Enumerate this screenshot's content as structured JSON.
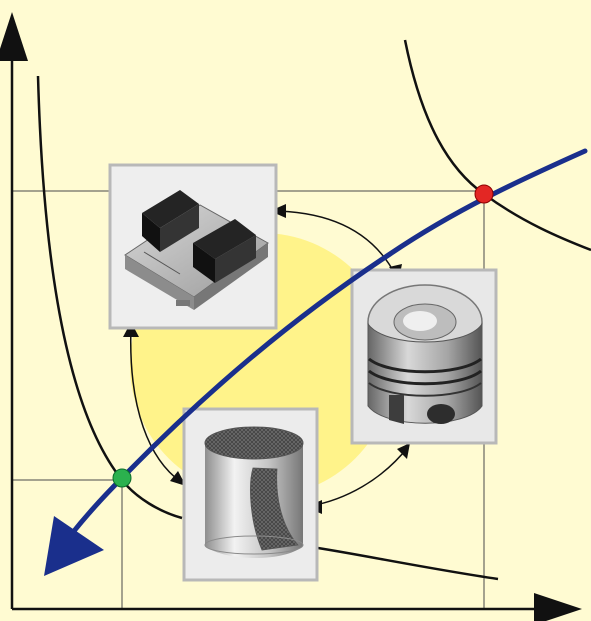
{
  "colors": {
    "background": "#fffbd2",
    "axis": "#111111",
    "guide_lines": "#444444",
    "trend_curve": "#1a2f8c",
    "cycle_region": "#fff38a",
    "photo_frame": "#b8b8b8",
    "photo_fill": "#e7e7e7",
    "marker_red": "#e32724",
    "marker_green": "#2bb14e"
  },
  "icons": {
    "x_axis_arrow": "arrow-right-icon",
    "y_axis_arrow": "arrow-up-icon",
    "trend_arrow": "arrow-down-left-icon",
    "cycle_arrows": "circular-arrows-icon"
  },
  "photos": {
    "control_unit": "engine-control-unit-image",
    "piston": "piston-image",
    "filter": "metal-filter-cylinder-image"
  }
}
